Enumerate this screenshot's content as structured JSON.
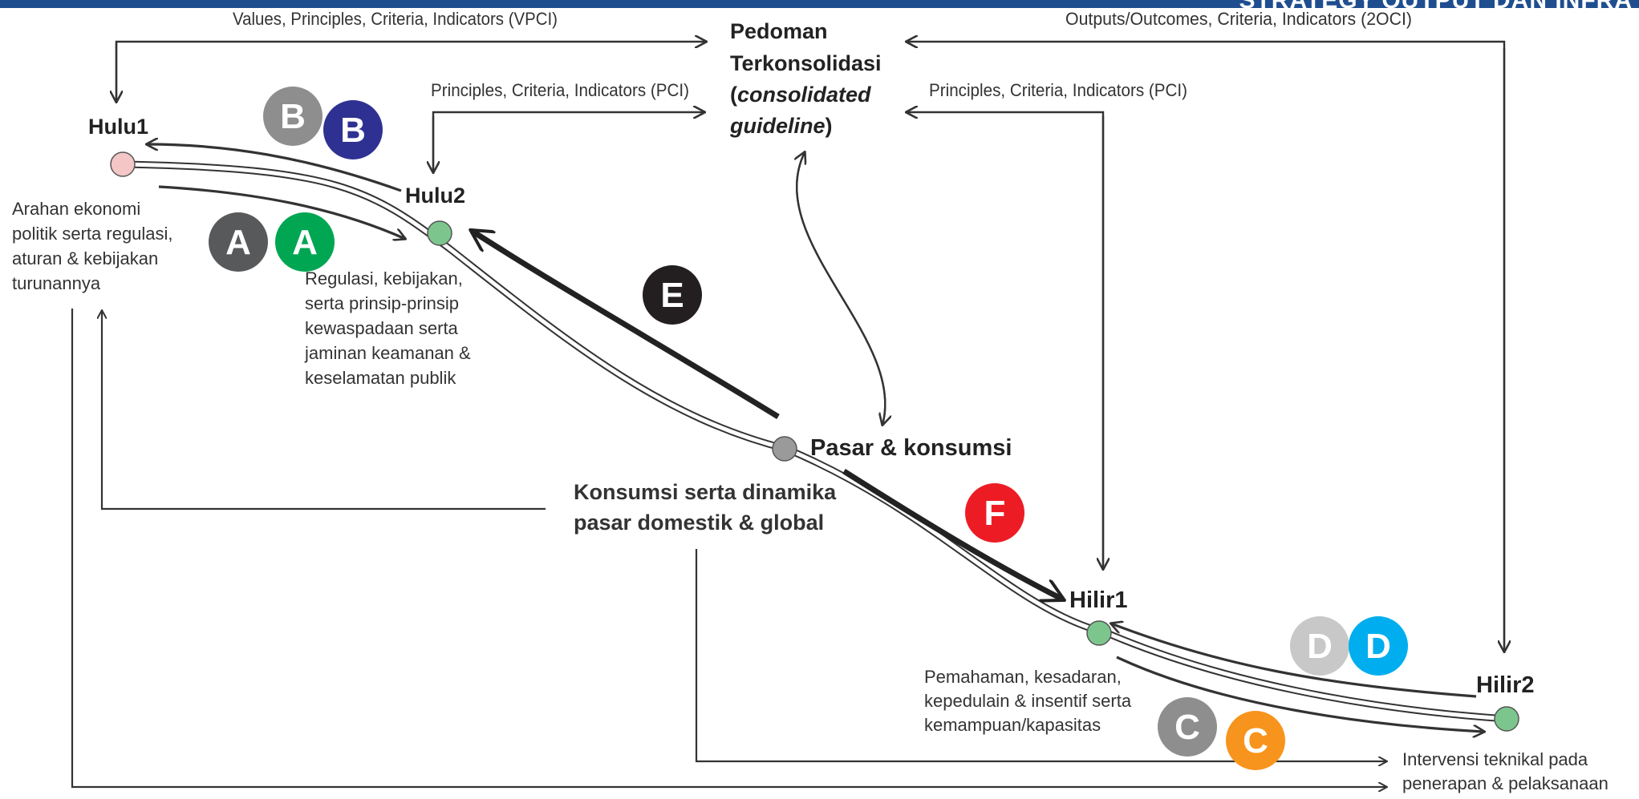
{
  "header": {
    "banner_text": "STRATEGY OUTPUT DAN INFRA"
  },
  "guideline": {
    "line1": "Pedoman",
    "line2": "Terkonsolidasi",
    "line3_open": "(",
    "line3_italic": "consolidated",
    "line4_italic": "guideline",
    "line4_close": ")"
  },
  "flows": {
    "vpci": "Values, Principles, Criteria, Indicators (VPCI)",
    "o2ci": "Outputs/Outcomes, Criteria, Indicators (2OCI)",
    "pci_left": "Principles, Criteria, Indicators (PCI)",
    "pci_right": "Principles, Criteria, Indicators (PCI)"
  },
  "nodes": {
    "hulu1": {
      "label": "Hulu1",
      "desc": [
        "Arahan ekonomi",
        "politik serta regulasi,",
        "aturan & kebijakan",
        "turunannya"
      ]
    },
    "hulu2": {
      "label": "Hulu2",
      "desc": [
        "Regulasi, kebijakan,",
        "serta prinsip-prinsip",
        "kewaspadaan serta",
        "jaminan keamanan &",
        "keselamatan publik"
      ]
    },
    "pasar": {
      "label": "Pasar & konsumsi",
      "desc": [
        "Konsumsi serta dinamika",
        "pasar domestik & global"
      ]
    },
    "hilir1": {
      "label": "Hilir1",
      "desc": [
        "Pemahaman, kesadaran,",
        "kepedulain & insentif serta",
        "kemampuan/kapasitas"
      ]
    },
    "hilir2": {
      "label": "Hilir2",
      "desc": [
        "Intervensi teknikal pada",
        "penerapan & pelaksanaan"
      ]
    }
  },
  "badges": [
    {
      "letter": "B",
      "color": "#8e8e8e"
    },
    {
      "letter": "B",
      "color": "#2e3192"
    },
    {
      "letter": "A",
      "color": "#58595b"
    },
    {
      "letter": "A",
      "color": "#00a651"
    },
    {
      "letter": "E",
      "color": "#231f20"
    },
    {
      "letter": "F",
      "color": "#ed1c24"
    },
    {
      "letter": "D",
      "color": "#c8c8c8"
    },
    {
      "letter": "D",
      "color": "#00aeef"
    },
    {
      "letter": "C",
      "color": "#8e8e8e"
    },
    {
      "letter": "C",
      "color": "#f7941d"
    }
  ],
  "colors": {
    "hulu1_node": "#f4c6c6",
    "green_node": "#7cc68e",
    "pasar_node": "#9a9a9a",
    "banner": "#1f4e8f"
  }
}
